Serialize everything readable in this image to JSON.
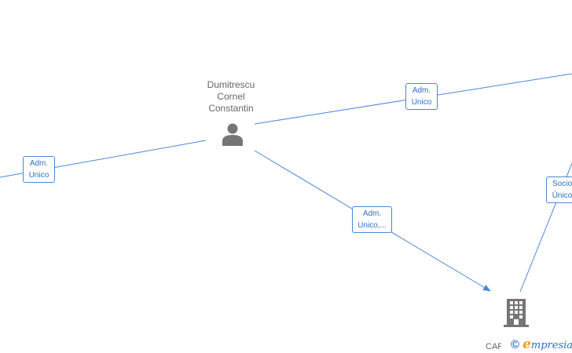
{
  "graph": {
    "person": {
      "name_lines": [
        "Dumitrescu",
        "Cornel",
        "Constantin"
      ],
      "icon": "person-icon"
    },
    "company": {
      "name": "CAF",
      "icon": "building-icon"
    },
    "edge_labels": [
      {
        "line1": "Adm.",
        "line2": "Unico"
      },
      {
        "line1": "Adm.",
        "line2": "Unico"
      },
      {
        "line1": "Adm.",
        "line2": "Unico,..."
      },
      {
        "line1": "Socio",
        "line2": "Único"
      }
    ],
    "colors": {
      "edge": "#4a87d6",
      "label_text": "#2d6fc4",
      "node_text": "#666666",
      "icon": "#757575"
    }
  },
  "watermark": {
    "copyright": "©",
    "brand_initial": "e",
    "brand_rest": "mpresia"
  }
}
